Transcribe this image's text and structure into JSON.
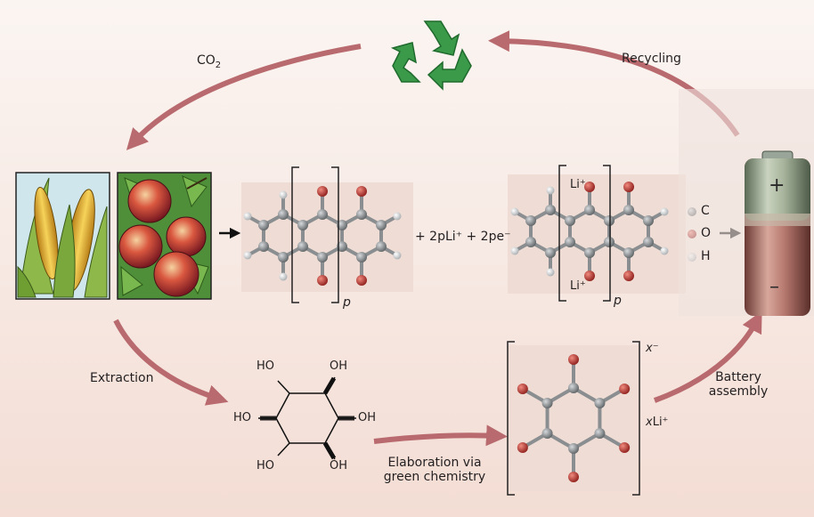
{
  "labels": {
    "co2_main": "CO",
    "co2_sub": "2",
    "recycling": "Recycling",
    "extraction": "Extraction",
    "elaboration_line1": "Elaboration via",
    "elaboration_line2": "green chemistry",
    "battery_line1": "Battery",
    "battery_line2": "assembly",
    "reaction": "+ 2pLi⁺ + 2pe⁻",
    "repeat_p_left": "p",
    "repeat_p_right": "p",
    "li_top": "Li⁺",
    "li_bottom": "Li⁺",
    "charge_x": "x⁻",
    "xli": "xLi⁺",
    "battery_plus": "+",
    "battery_minus": "–"
  },
  "inositol": {
    "ho_top_left": "HO",
    "oh_top_right": "OH",
    "ho_left": "HO",
    "oh_right": "OH",
    "ho_bottom_left": "HO",
    "oh_bottom_right": "OH"
  },
  "legend": [
    {
      "symbol": "C",
      "color": "#6e7275"
    },
    {
      "symbol": "O",
      "color": "#b8312c"
    },
    {
      "symbol": "H",
      "color": "#d8dadb"
    }
  ],
  "colors": {
    "cycle_arrow": "#b96a6e",
    "recycle_green": "#3a9a4a",
    "carbon": "#7b8083",
    "oxygen": "#b8312c",
    "hydrogen": "#e2e4e5"
  }
}
